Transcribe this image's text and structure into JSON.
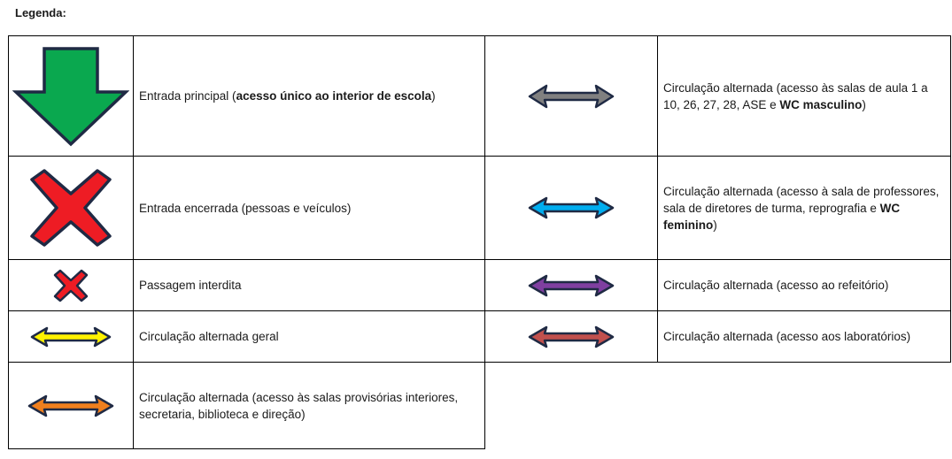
{
  "title": "Legenda:",
  "colors": {
    "entrada_principal": "#0aa84f",
    "entrada_encerrada": "#ee1c24",
    "passagem_interdita": "#ee1c24",
    "geral": "#fff200",
    "provisorias": "#f07f1d",
    "masculino": "#808080",
    "feminino": "#00adef",
    "refeitorio": "#7f3fa0",
    "laboratorios": "#c1504d",
    "outline": "#1f2a44"
  },
  "items": {
    "entrada_principal": {
      "icon": "green-down-arrow-icon",
      "text_before": "Entrada principal (",
      "text_bold": "acesso único ao interior de escola",
      "text_after": ")"
    },
    "entrada_encerrada": {
      "icon": "red-x-large-icon",
      "text": "Entrada encerrada (pessoas e veículos)"
    },
    "passagem_interdita": {
      "icon": "red-x-small-icon",
      "text": "Passagem interdita"
    },
    "circulacao_geral": {
      "icon": "yellow-double-arrow-icon",
      "text": "Circulação alternada geral"
    },
    "circulacao_provisorias": {
      "icon": "orange-double-arrow-icon",
      "text": "Circulação alternada (acesso às salas provisórias interiores, secretaria, biblioteca e direção)"
    },
    "circulacao_masculino": {
      "icon": "gray-double-arrow-icon",
      "text_before": "Circulação alternada (acesso às salas de aula 1 a 10, 26, 27, 28, ASE e ",
      "text_bold": "WC masculino",
      "text_after": ")"
    },
    "circulacao_feminino": {
      "icon": "blue-double-arrow-icon",
      "text_before": "Circulação alternada (acesso à sala de professores, sala de diretores de turma, reprografia e ",
      "text_bold": "WC feminino",
      "text_after": ")"
    },
    "circulacao_refeitorio": {
      "icon": "purple-double-arrow-icon",
      "text": "Circulação alternada (acesso ao refeitório)"
    },
    "circulacao_laboratorios": {
      "icon": "red-double-arrow-icon",
      "text": "Circulação alternada (acesso aos laboratórios)"
    }
  }
}
